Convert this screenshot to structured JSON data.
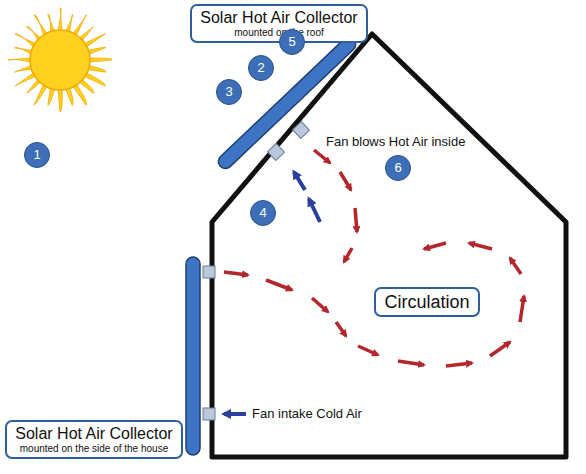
{
  "diagram": {
    "nodes": [
      {
        "text": [
          "Solar Hot Air Collector",
          "mounted on the roof"
        ]
      },
      {
        "text": [
          "1"
        ]
      },
      {
        "text": [
          "2"
        ]
      },
      {
        "text": [
          "3"
        ]
      },
      {
        "text": [
          "4"
        ]
      },
      {
        "text": [
          "5"
        ]
      },
      {
        "text": [
          "6"
        ]
      },
      {
        "text": [
          "Circulation"
        ]
      },
      {
        "text": [
          "Solar Hot Air Collector",
          "mounted on the side of the house"
        ]
      }
    ],
    "labels": [
      "Fan blows Hot Air inside",
      "Fan intake Cold Air"
    ]
  }
}
